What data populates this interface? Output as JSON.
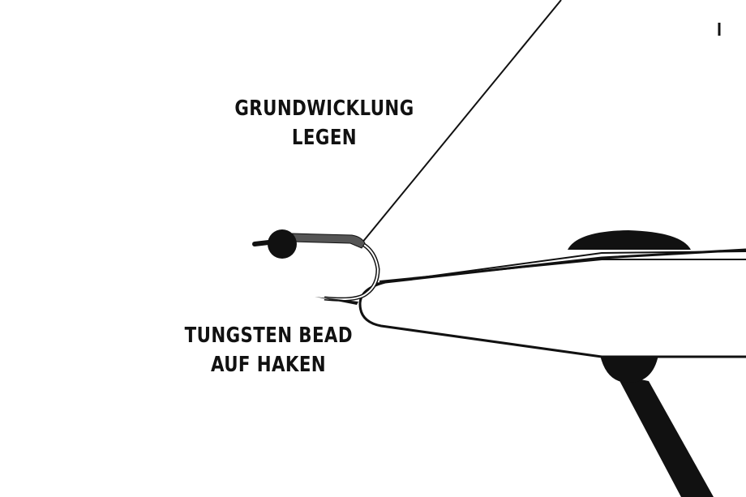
{
  "labels": {
    "step_top": {
      "line1": "GRUNDWICKLUNG",
      "line2": "LEGEN"
    },
    "step_bottom": {
      "line1": "TUNGSTEN BEAD",
      "line2": "AUF HAKEN"
    }
  },
  "colors": {
    "ink": "#111111",
    "background": "#ffffff"
  }
}
